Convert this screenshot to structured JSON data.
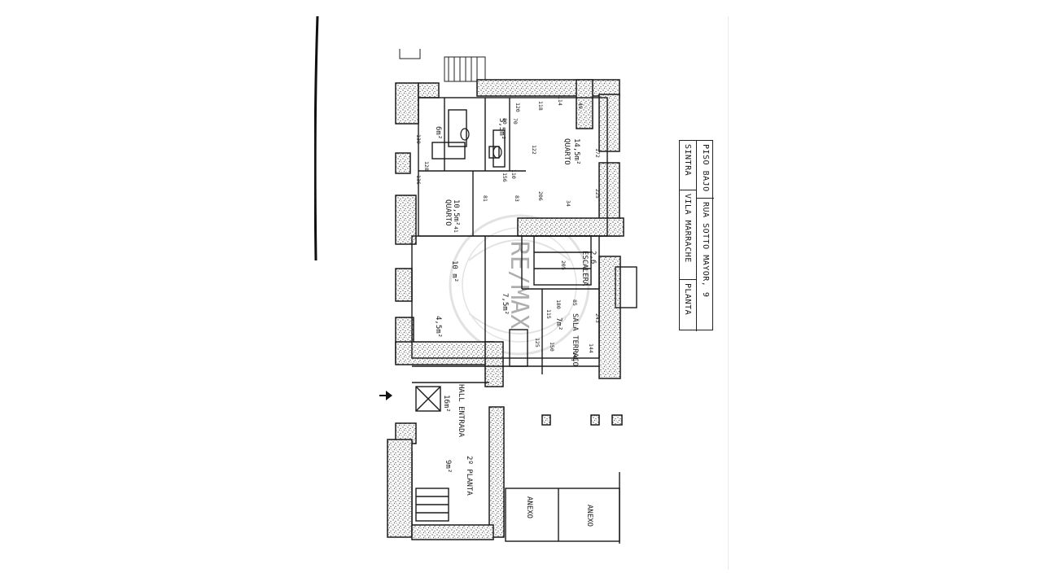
{
  "title_block": {
    "line1": [
      "PISO BAJO",
      "RUA SOTTO MAYOR, 9"
    ],
    "line2": [
      "SINTRA",
      "VILA MARRACHE",
      "PLANTA"
    ]
  },
  "watermark": "RE/MAX",
  "rooms": [
    {
      "id": "wc-1",
      "name": "",
      "area": "6m²"
    },
    {
      "id": "wc-2",
      "name": "",
      "area": "5,5m²"
    },
    {
      "id": "quarto-1",
      "name": "QUARTO",
      "area": "14,5m²"
    },
    {
      "id": "quarto-2",
      "name": "QUARTO",
      "area": "10,5m²"
    },
    {
      "id": "room-10",
      "name": "",
      "area": "10 m²"
    },
    {
      "id": "escada",
      "name": "ESCALERA",
      "area": "2,6"
    },
    {
      "id": "room-75",
      "name": "",
      "area": "7,5m²"
    },
    {
      "id": "sala",
      "name": "SALA TERRAÇO",
      "area": "7m²"
    },
    {
      "id": "room-45",
      "name": "",
      "area": "4,5m²"
    },
    {
      "id": "hall",
      "name": "HALL ENTRADA",
      "area": "16m²"
    },
    {
      "id": "segundo",
      "name": "2º PLANTA",
      "area": "9m²"
    },
    {
      "id": "anexo-1",
      "name": "ANEXO",
      "area": ""
    },
    {
      "id": "anexo-2",
      "name": "ANEXO",
      "area": ""
    }
  ],
  "dimensions": [
    "114",
    "49",
    "172",
    "225",
    "34",
    "206",
    "81",
    "122",
    "156",
    "110",
    "136",
    "130",
    "83",
    "128",
    "120",
    "118",
    "80",
    "70",
    "205",
    "243",
    "144",
    "145",
    "150",
    "115",
    "85",
    "180",
    "41",
    "125"
  ],
  "colors": {
    "ink": "#1a1a1a",
    "hatch": "#7a7a7a",
    "paper": "#ffffff"
  }
}
